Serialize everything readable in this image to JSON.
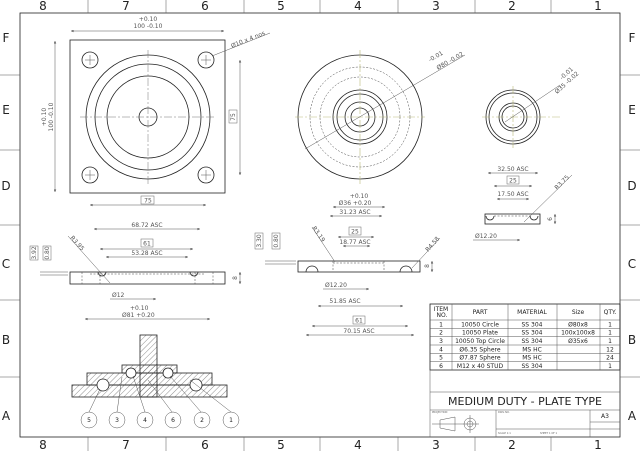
{
  "sheet": {
    "columns": [
      "8",
      "7",
      "6",
      "5",
      "4",
      "3",
      "2",
      "1"
    ],
    "rows": [
      "F",
      "E",
      "D",
      "C",
      "B",
      "A"
    ]
  },
  "plate_top_view": {
    "width_tol_upper": "+0.10",
    "width_dim": "100 -0.10",
    "height_tol_upper": "+0.10",
    "height_dim": "100 -0.10",
    "hole_note": "Ø10 x 4 nos",
    "pitch_vertical": "75",
    "pitch_horizontal": "75"
  },
  "circle_top_view": {
    "dia_tol_upper": "-0.01",
    "dia_dim": "Ø80 -0.02"
  },
  "top_circle_view": {
    "dia_tol_upper": "-0.01",
    "dia_dim": "Ø35 -0.02"
  },
  "plate_section": {
    "d1": "68.72 ASC",
    "d2": "61",
    "d3": "53.28 ASC",
    "radius": "R3.95",
    "depth1": "3.92",
    "depth2": "0.80",
    "thickness": "8",
    "bore": "Ø12",
    "od_tol_upper": "+0.10",
    "od": "Ø81 +0.20"
  },
  "circle_section": {
    "id_tol_upper": "+0.10",
    "id": "Ø36 +0.20",
    "d1": "31.23 ASC",
    "d2": "25",
    "d3": "18.77 ASC",
    "radius1": "R3.19",
    "radius2": "R4.58",
    "depth1": "3.30",
    "depth2": "0.80",
    "thickness": "8",
    "bore": "Ø12.20",
    "d4": "51.85 ASC",
    "d5": "61",
    "d6": "70.15 ASC"
  },
  "top_circle_section": {
    "d1": "32.50 ASC",
    "d2": "25",
    "d3": "17.50 ASC",
    "radius": "R3.75",
    "thickness": "6",
    "bore": "Ø12.20"
  },
  "assembly": {
    "balloons": [
      "5",
      "3",
      "4",
      "6",
      "2",
      "1"
    ]
  },
  "bom": {
    "headers": [
      "ITEM NO.",
      "PART",
      "MATERIAL",
      "Size",
      "QTY."
    ],
    "rows": [
      [
        "1",
        "10050 Circle",
        "SS 304",
        "Ø80x8",
        "1"
      ],
      [
        "2",
        "10050 Plate",
        "SS 304",
        "100x100x8",
        "1"
      ],
      [
        "3",
        "10050 Top Circle",
        "SS 304",
        "Ø35x6",
        "1"
      ],
      [
        "4",
        "Ø6.35 Sphere",
        "MS HC",
        "",
        "12"
      ],
      [
        "5",
        "Ø7.87 Sphere",
        "MS HC",
        "",
        "24"
      ],
      [
        "6",
        "M12 x 40  STUD",
        "SS 304",
        "",
        "1"
      ]
    ]
  },
  "title_block": {
    "title": "MEDIUM DUTY - PLATE TYPE",
    "projection_label": "PROJECTION",
    "dwg_no_label": "DWG NO.",
    "size": "A3",
    "scale_label": "SCALE 1:1",
    "sheet_label": "SHEET 1 OF 1"
  }
}
